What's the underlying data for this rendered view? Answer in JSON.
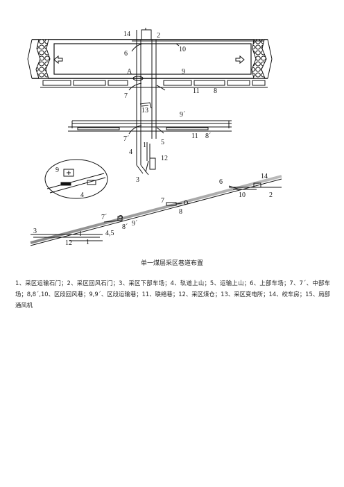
{
  "figure": {
    "caption": "单一煤层采区巷道布置",
    "legend": "1、采区运输石门；2、采区回风石门；3、采区下部车场；4、轨道上山；5、运输上山；6、上部车场；7、7ˊ、中部车场；8,8ˊ,10、区段回风巷；9,9ˊ、区段运输巷；11、联络巷；12、采区煤仓；13、采区变电所；14、绞车房；15、局部通风机"
  },
  "plan_labels": {
    "l14": "14",
    "l2": "2",
    "l6": "6",
    "l10": "10",
    "lA": "A",
    "l9": "9",
    "l7": "7",
    "l11": "11",
    "l8": "8",
    "l13": "13",
    "l9p": "9ˊ",
    "l7p": "7ˊ",
    "l11p": "11",
    "l8p": "8ˊ",
    "l1": "1",
    "l5": "5",
    "l4": "4",
    "l12": "12",
    "l3": "3"
  },
  "detail_labels": {
    "d9": "9",
    "d4": "4"
  },
  "section_labels": {
    "s6": "6",
    "s14": "14",
    "s10": "10",
    "s2": "2",
    "s7": "7",
    "s8": "8",
    "s7p": "7ˊ",
    "s8p": "8ˊ",
    "s9p": "9ˊ",
    "s45": "4,5",
    "s3": "3",
    "s12": "12",
    "s1": "1"
  }
}
